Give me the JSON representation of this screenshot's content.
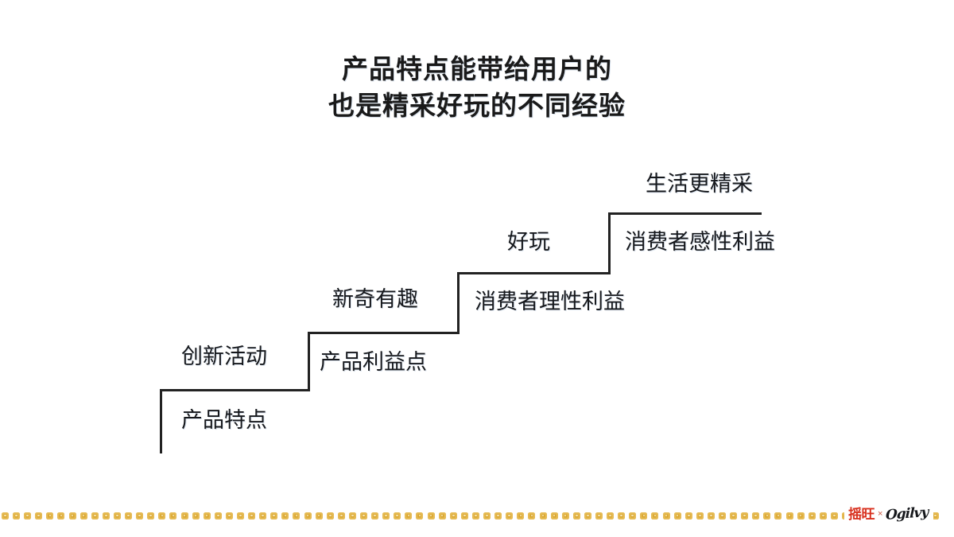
{
  "slide": {
    "background_color": "#ffffff",
    "text_color": "#16181c",
    "line_color": "#222222"
  },
  "title": {
    "line1": "产品特点能带给用户的",
    "line2": "也是精采好玩的不同经验"
  },
  "staircase": {
    "steps": [
      {
        "id": "step-1",
        "bottom_label": "产品特点",
        "above_left_label": "创新活动",
        "right_label": "产品利益点"
      },
      {
        "id": "step-2",
        "bottom_label": "产品利益点",
        "above_left_label": "新奇有趣",
        "right_label": "消费者理性利益"
      },
      {
        "id": "step-3",
        "bottom_label": "消费者理性利益",
        "above_left_label": "好玩",
        "right_label": "消费者感性利益"
      },
      {
        "id": "step-4",
        "bottom_label": "消费者感性利益",
        "above_left_label": "生活更精采",
        "right_label": ""
      }
    ],
    "labels": {
      "l_product_feature": "产品特点",
      "l_innovation_activity": "创新活动",
      "l_product_benefit": "产品利益点",
      "l_novel_fun": "新奇有趣",
      "l_rational_benefit": "消费者理性利益",
      "l_fun": "好玩",
      "l_emotional_benefit": "消费者感性利益",
      "l_better_life": "生活更精采"
    }
  },
  "footer": {
    "dot_color": "#d9a62e",
    "dot_count": 84,
    "logo_cn": "摇旺",
    "logo_separator": "×",
    "logo_en": "Ogilvy"
  }
}
